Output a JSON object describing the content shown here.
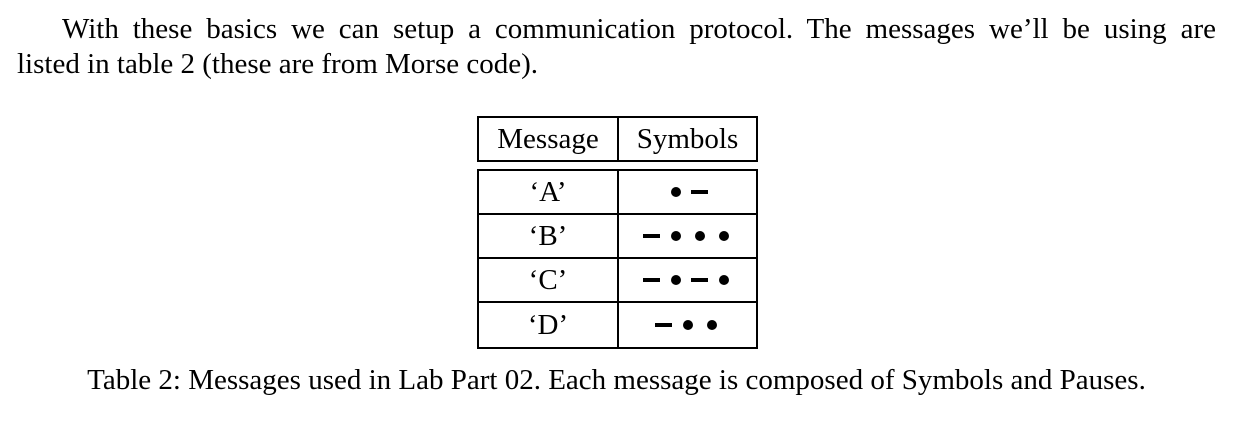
{
  "page": {
    "background": "#ffffff",
    "ink": "#000000"
  },
  "paragraph": {
    "lines": [
      "With these basics we can setup a communication protocol. The messages we’ll be using are",
      "listed in table 2 (these are from Morse code)."
    ]
  },
  "morse_table": {
    "columns": [
      "Message",
      "Symbols"
    ],
    "rows": [
      {
        "message": "‘A’",
        "symbols": ".-"
      },
      {
        "message": "‘B’",
        "symbols": "-..."
      },
      {
        "message": "‘C’",
        "symbols": "-.-."
      },
      {
        "message": "‘D’",
        "symbols": "-.."
      }
    ]
  },
  "caption": "Table 2: Messages used in Lab Part 02. Each message is composed of Symbols and Pauses."
}
